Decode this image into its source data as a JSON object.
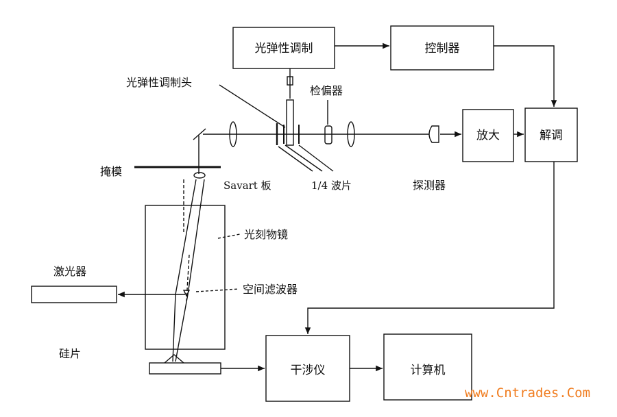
{
  "boxes": {
    "modulator": "光弹性调制",
    "controller": "控制器",
    "amplifier": "放大",
    "demodulator": "解调",
    "interferometer": "干涉仪",
    "computer": "计算机"
  },
  "labels": {
    "modulator_head": "光弹性调制头",
    "analyzer": "检偏器",
    "mask": "掩模",
    "savart": "Savart 板",
    "quarter_wave": "1/4 波片",
    "detector": "探测器",
    "lithography_lens": "光刻物镜",
    "laser": "激光器",
    "spatial_filter": "空间滤波器",
    "wafer": "硅片"
  },
  "watermark": "www.Cntrades.Com"
}
